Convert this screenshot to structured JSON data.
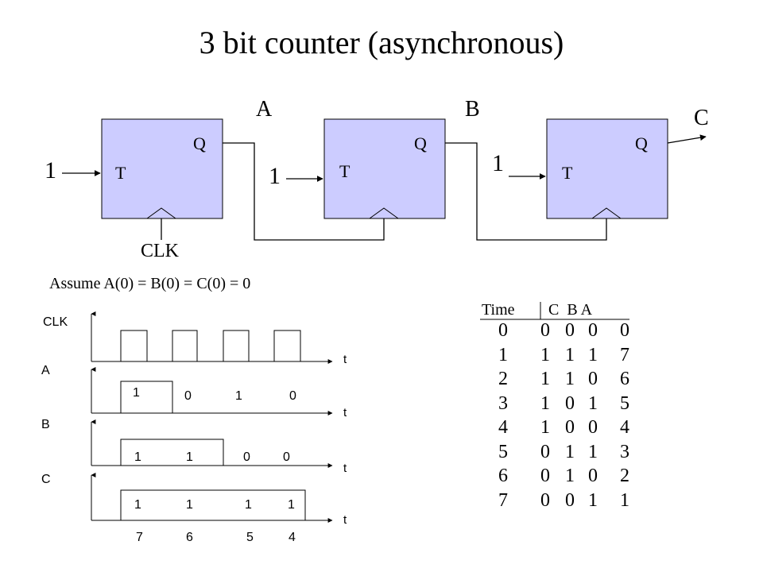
{
  "title": "3 bit counter (asynchronous)",
  "circuit": {
    "flipflops": [
      {
        "id": "ff1",
        "input": "T",
        "output": "Q",
        "input_value": "1"
      },
      {
        "id": "ff2",
        "input": "T",
        "output": "Q",
        "input_value": "1"
      },
      {
        "id": "ff3",
        "input": "T",
        "output": "Q",
        "input_value": "1"
      }
    ],
    "node_labels": {
      "a": "A",
      "b": "B",
      "c": "C"
    },
    "clock_label": "CLK"
  },
  "assumption": "Assume A(0) = B(0) = C(0) = 0",
  "timing": {
    "signals": [
      "CLK",
      "A",
      "B",
      "C"
    ],
    "time_label": "t",
    "a_values": [
      "1",
      "0",
      "1",
      "0"
    ],
    "b_values": [
      "1",
      "1",
      "0",
      "0"
    ],
    "c_values": [
      "1",
      "1",
      "1",
      "1"
    ],
    "decimal_values": [
      "7",
      "6",
      "5",
      "4"
    ]
  },
  "table": {
    "headers": {
      "time": "Time",
      "cba": "C  B A"
    },
    "rows": [
      [
        "0",
        "0",
        "0",
        "0",
        "0"
      ],
      [
        "1",
        "1",
        "1",
        "1",
        "7"
      ],
      [
        "2",
        "1",
        "1",
        "0",
        "6"
      ],
      [
        "3",
        "1",
        "0",
        "1",
        "5"
      ],
      [
        "4",
        "1",
        "0",
        "0",
        "4"
      ],
      [
        "5",
        "0",
        "1",
        "1",
        "3"
      ],
      [
        "6",
        "0",
        "1",
        "0",
        "2"
      ],
      [
        "7",
        "0",
        "0",
        "1",
        "1"
      ]
    ]
  }
}
